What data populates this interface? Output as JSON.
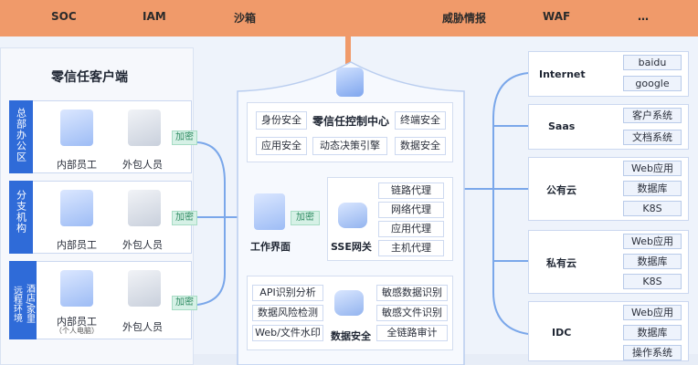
{
  "top_bar": [
    "SOC",
    "IAM",
    "沙箱",
    "威胁情报",
    "WAF",
    "…"
  ],
  "client": {
    "title": "零信任客户端",
    "sections": [
      {
        "label": "总部办公区",
        "internal": "内部员工",
        "external": "外包人员",
        "enc": "加密"
      },
      {
        "label": "分支机构",
        "internal": "内部员工",
        "external": "外包人员",
        "enc": "加密"
      },
      {
        "label": "酒店/家里远程环境",
        "label_lines": [
          "酒店/家里",
          "远程环境"
        ],
        "internal": "内部员工",
        "internal_sub": "（个人电脑）",
        "external": "外包人员",
        "enc": "加密"
      }
    ]
  },
  "center": {
    "control": {
      "title": "零信任控制中心",
      "cells": [
        "身份安全",
        "终端安全",
        "应用安全",
        "动态决策引擎",
        "数据安全"
      ]
    },
    "workspace": {
      "label": "工作界面",
      "enc": "加密"
    },
    "sse": {
      "title": "SSE网关",
      "items": [
        "链路代理",
        "网络代理",
        "应用代理",
        "主机代理"
      ]
    },
    "data_security": {
      "title": "数据安全",
      "left": [
        "API识别分析",
        "数据风险检测",
        "Web/文件水印"
      ],
      "right": [
        "敏感数据识别",
        "敏感文件识别",
        "全链路审计"
      ]
    }
  },
  "resources": [
    {
      "name": "Internet",
      "items": [
        "baidu",
        "google"
      ]
    },
    {
      "name": "Saas",
      "items": [
        "客户系统",
        "文档系统"
      ]
    },
    {
      "name": "公有云",
      "items": [
        "Web应用",
        "数据库",
        "K8S"
      ]
    },
    {
      "name": "私有云",
      "items": [
        "Web应用",
        "数据库",
        "K8S"
      ]
    },
    {
      "name": "IDC",
      "items": [
        "Web应用",
        "数据库",
        "操作系统"
      ]
    }
  ]
}
